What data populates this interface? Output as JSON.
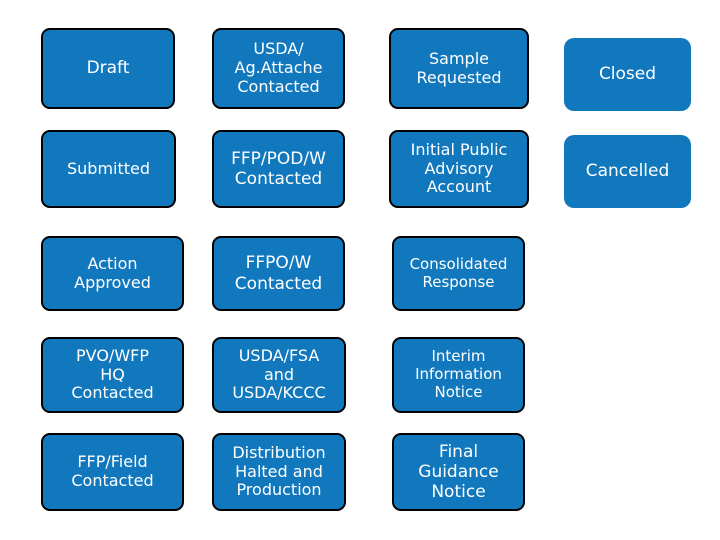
{
  "diagram": {
    "title": "Process status flow boxes",
    "box_fill": "#1278be",
    "box_border": "#000000",
    "text_color": "#ffffff",
    "background": "#ffffff",
    "nodes": [
      {
        "id": "draft",
        "label": "Draft"
      },
      {
        "id": "usda-agattache",
        "label": "USDA/\nAg.Attache\nContacted"
      },
      {
        "id": "sample-requested",
        "label": "Sample\nRequested"
      },
      {
        "id": "closed",
        "label": "Closed"
      },
      {
        "id": "submitted",
        "label": "Submitted"
      },
      {
        "id": "ffp-pod-w",
        "label": "FFP/POD/W\nContacted"
      },
      {
        "id": "initial-public",
        "label": "Initial Public\nAdvisory\nAccount"
      },
      {
        "id": "cancelled",
        "label": "Cancelled"
      },
      {
        "id": "action-approved",
        "label": "Action\nApproved"
      },
      {
        "id": "ffpo-w",
        "label": "FFPO/W\nContacted"
      },
      {
        "id": "consolidated",
        "label": "Consolidated\nResponse"
      },
      {
        "id": "pvo-wfp",
        "label": "PVO/WFP\nHQ\nContacted"
      },
      {
        "id": "usda-fsa",
        "label": "USDA/FSA\nand\nUSDA/KCCC"
      },
      {
        "id": "interim-notice",
        "label": "Interim\nInformation\nNotice"
      },
      {
        "id": "ffp-field",
        "label": "FFP/Field\nContacted"
      },
      {
        "id": "distribution-halted",
        "label": "Distribution\nHalted and\nProduction"
      },
      {
        "id": "final-guidance",
        "label": "Final\nGuidance\nNotice"
      }
    ]
  }
}
